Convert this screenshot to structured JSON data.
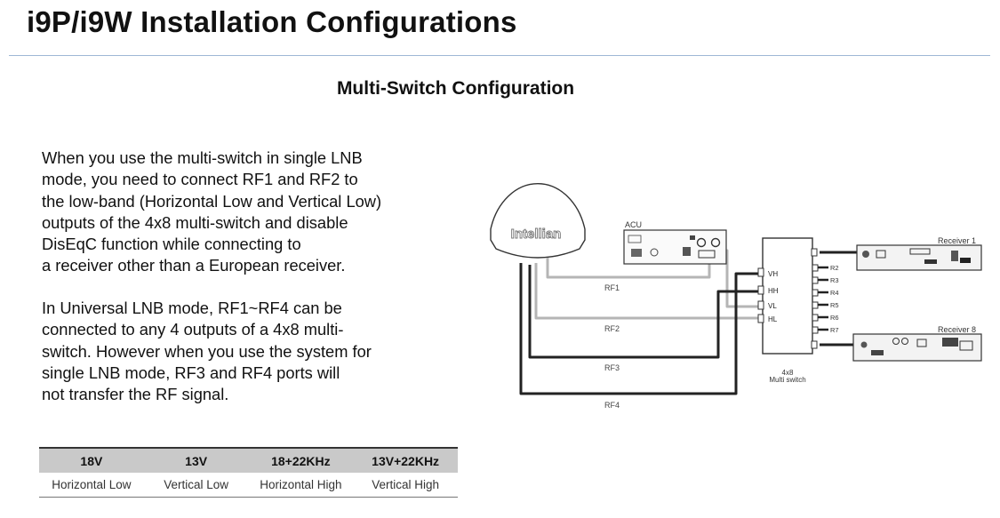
{
  "page": {
    "title": "i9P/i9W Installation Configurations",
    "section_heading": "Multi-Switch Configuration"
  },
  "paragraphs": {
    "p1": "When you use the multi-switch in single LNB\nmode, you need to connect RF1 and RF2 to\nthe low-band (Horizontal Low and Vertical Low)\noutputs of the 4x8 multi-switch and disable\nDisEqC function while connecting to\na receiver other than a European receiver.",
    "p2": "In Universal LNB mode, RF1~RF4 can be\nconnected to any 4 outputs of a 4x8 multi-\nswitch. However when you use the system for\nsingle LNB mode, RF3 and RF4 ports will\nnot transfer the RF signal."
  },
  "table": {
    "headers": [
      "18V",
      "13V",
      "18+22KHz",
      "13V+22KHz"
    ],
    "row": [
      "Horizontal Low",
      "Vertical Low",
      "Horizontal High",
      "Vertical High"
    ]
  },
  "diagram": {
    "antenna_brand": "Intellian",
    "acu_label": "ACU",
    "cables": [
      "RF1",
      "RF2",
      "RF3",
      "RF4"
    ],
    "switch_inputs": [
      "VH",
      "HH",
      "VL",
      "HL"
    ],
    "switch_outputs": [
      "R2",
      "R3",
      "R4",
      "R5",
      "R6",
      "R7"
    ],
    "switch_label_line1": "4x8",
    "switch_label_line2": "Multi switch",
    "receiver_top": "Receiver 1",
    "receiver_bottom": "Receiver 8",
    "colors": {
      "gray_cable": "#b5b5b5",
      "black_cable": "#222222"
    }
  }
}
